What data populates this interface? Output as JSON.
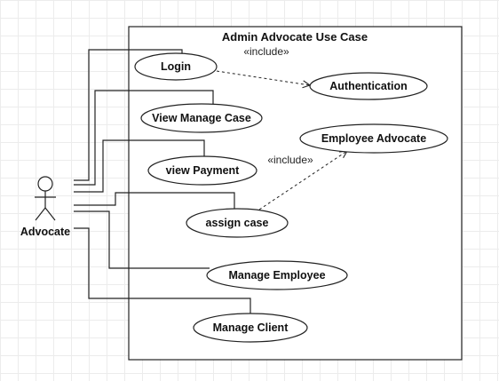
{
  "diagram": {
    "system_title": "Admin Advocate Use Case",
    "actor": {
      "label": "Advocate"
    },
    "use_cases": {
      "login": "Login",
      "authentication": "Authentication",
      "view_manage_case": "View Manage Case",
      "employee_advocate": "Employee Advocate",
      "view_payment": "view Payment",
      "assign_case": "assign case",
      "manage_employee": "Manage Employee",
      "manage_client": "Manage Client"
    },
    "relations": [
      {
        "from": "Login",
        "to": "Authentication",
        "stereotype": "«include»"
      },
      {
        "from": "assign case",
        "to": "Employee Advocate",
        "stereotype": "«include»"
      }
    ],
    "colors": {
      "stroke": "#222222",
      "grid": "#ececec",
      "fill": "#ffffff"
    }
  }
}
